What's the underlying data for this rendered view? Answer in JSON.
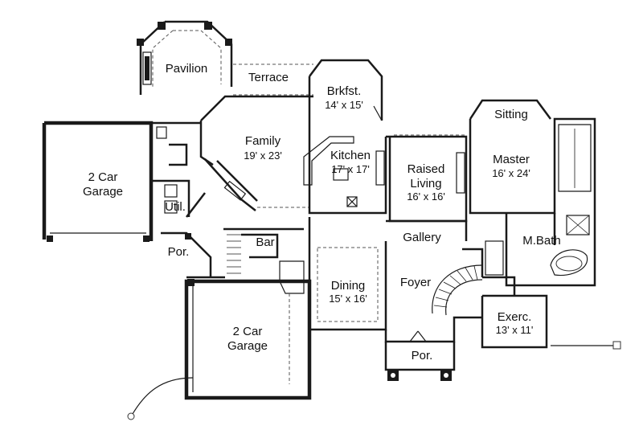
{
  "rooms": {
    "pavilion": {
      "name": "Pavilion"
    },
    "terrace": {
      "name": "Terrace"
    },
    "breakfast": {
      "name": "Brkfst.",
      "dims": "14' x 15'"
    },
    "sitting": {
      "name": "Sitting"
    },
    "family": {
      "name": "Family",
      "dims": "19' x 23'"
    },
    "kitchen": {
      "name": "Kitchen",
      "dims": "17' x 17'"
    },
    "raised_living": {
      "name_line1": "Raised",
      "name_line2": "Living",
      "dims": "16' x 16'"
    },
    "master": {
      "name": "Master",
      "dims": "16' x 24'"
    },
    "garage_left": {
      "line1": "2 Car",
      "line2": "Garage"
    },
    "utility": {
      "name": "Util."
    },
    "bar": {
      "name": "Bar"
    },
    "gallery": {
      "name": "Gallery"
    },
    "master_bath": {
      "name": "M.Bath"
    },
    "porch_left": {
      "name": "Por."
    },
    "dining": {
      "name": "Dining",
      "dims": "15' x 16'"
    },
    "foyer": {
      "name": "Foyer"
    },
    "exercise": {
      "name": "Exerc.",
      "dims": "13' x 11'"
    },
    "garage_front": {
      "line1": "2 Car",
      "line2": "Garage"
    },
    "porch_front": {
      "name": "Por."
    }
  }
}
